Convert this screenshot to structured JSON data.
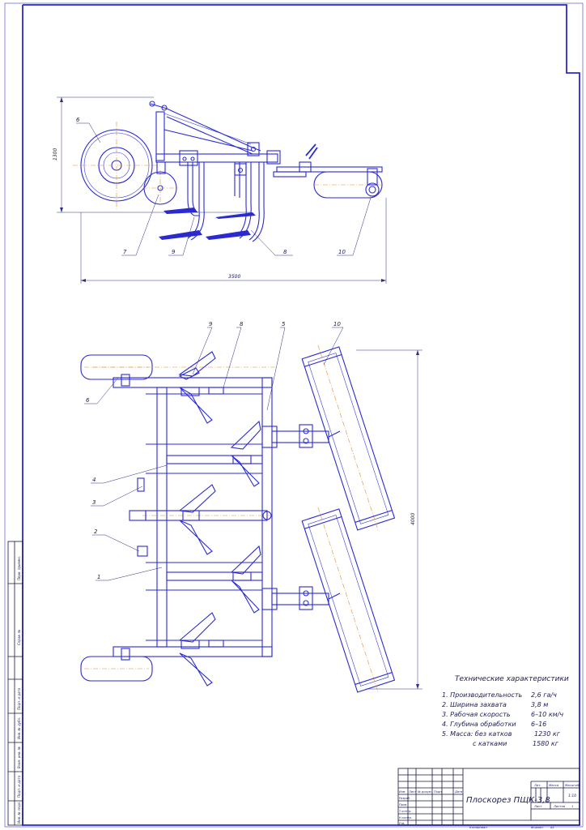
{
  "drawing": {
    "title": "Плоскорез ПЩК-3,8",
    "side_view": {
      "dim_height": "1300",
      "dim_length": "3500",
      "callouts": [
        "6",
        "7",
        "9",
        "8",
        "10"
      ]
    },
    "top_view": {
      "dim_width": "4000",
      "callouts_top": [
        "9",
        "8",
        "5",
        "10"
      ],
      "callouts_left": [
        "6",
        "4",
        "3",
        "2",
        "1"
      ]
    },
    "specs": {
      "heading": "Технические характеристики",
      "rows": [
        {
          "label": "1. Производительность",
          "value": "2,6 га/ч"
        },
        {
          "label": "2. Ширина захвата",
          "value": "3,8 м"
        },
        {
          "label": "3. Рабочая скорость",
          "value": "6–10 км/ч"
        },
        {
          "label": "4. Глубина обработки",
          "value": "6–16"
        },
        {
          "label": "5. Масса: без катков",
          "value": "1230 кг"
        },
        {
          "label": "с катками",
          "value": "1580 кг"
        }
      ]
    },
    "title_block": {
      "hdr_izm": "Изм.",
      "hdr_list": "Лист",
      "hdr_doc": "№ докум.",
      "hdr_podp": "Подп.",
      "hdr_data": "Дата",
      "r_razrab": "Разраб.",
      "r_prov": "Пров.",
      "r_tkontr": "Т.контр.",
      "r_nkontr": "Н.контр.",
      "r_utv": "Утв.",
      "lit": "Лит.",
      "massa": "Масса",
      "masshtab": "Масштаб",
      "scale_value": "1:10",
      "list": "Лист",
      "listov": "Листов",
      "listov_value": "1",
      "kopiroval": "Копировал",
      "format": "Формат",
      "format_value": "А1"
    },
    "side_stamp": [
      "Перв. примен.",
      "Справ. №",
      "Подп. и дата",
      "Инв. № дубл.",
      "Взам. инв. №",
      "Подп. и дата",
      "Инв. № подл."
    ]
  }
}
